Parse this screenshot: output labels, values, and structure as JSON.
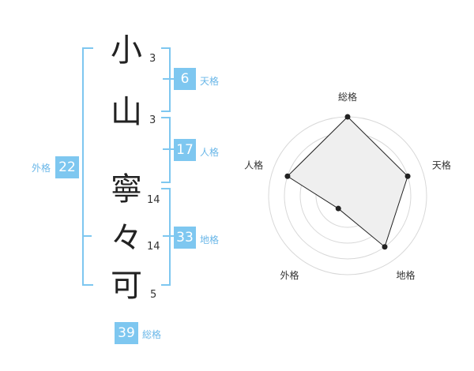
{
  "name": {
    "characters": [
      {
        "char": "小",
        "strokes": "3"
      },
      {
        "char": "山",
        "strokes": "3"
      },
      {
        "char": "寧",
        "strokes": "14"
      },
      {
        "char": "々",
        "strokes": "14"
      },
      {
        "char": "可",
        "strokes": "5"
      }
    ]
  },
  "fortune": {
    "tenkaku": {
      "value": "6",
      "label": "天格"
    },
    "jinkaku": {
      "value": "17",
      "label": "人格"
    },
    "chikaku": {
      "value": "33",
      "label": "地格"
    },
    "gaikaku": {
      "value": "22",
      "label": "外格"
    },
    "soukaku": {
      "value": "39",
      "label": "総格"
    }
  },
  "colors": {
    "accent": "#7ec7f0",
    "label": "#6ab7e8",
    "text": "#222222"
  },
  "chart_data": {
    "type": "radar",
    "axes": [
      "総格",
      "天格",
      "地格",
      "外格",
      "人格"
    ],
    "values": [
      5,
      4,
      4,
      1,
      4
    ],
    "range": [
      0,
      5
    ],
    "grid_rings": 5
  }
}
